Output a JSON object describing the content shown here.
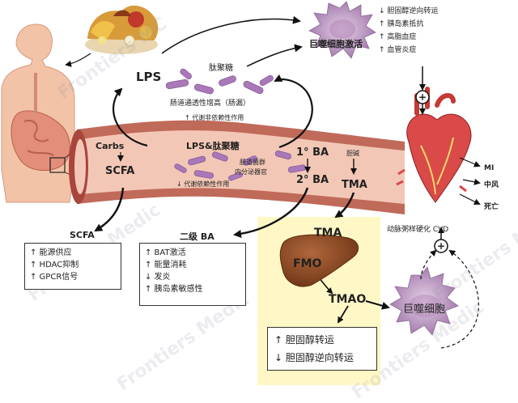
{
  "colors": {
    "gut_outer": "#c06a5a",
    "gut_inner": "#f3c7b6",
    "gut_band": "#a8453d",
    "bacteria": "#a878b8",
    "yellow_panel": "#fff8c6",
    "liver": "#8b4a2b",
    "macrophage": "#c9a2cc",
    "arrow": "#111111"
  },
  "icons": {
    "human": "human-torso-icon",
    "food": "food-pile-icon",
    "macrophage_top": "macrophage-cell-icon",
    "macrophage_bottom": "macrophage-cell-icon",
    "heart": "heart-icon",
    "liver": "liver-icon",
    "plus": "plus-circle-icon"
  },
  "labels": {
    "lps": "LPS",
    "peptidoglycan": "肽聚糖",
    "permeability": "肠道通透性增高（肠漏）",
    "non_metabolic": "↑ 代谢非依赖性作用",
    "metabolic": "↓ 代谢依赖性作用",
    "carbs": "Carbs",
    "scfa_gut": "SCFA",
    "lps_pg": "LPS&肽聚糖",
    "gut_flora_line1": "肠道菌群",
    "gut_flora_line2": "内分泌器官",
    "primary_ba": "1° BA",
    "secondary_ba": "2° BA",
    "choline": "胆碱",
    "tma_gut": "TMA",
    "macrophage_activation": "巨噬细胞激活",
    "tma_liver": "TMA",
    "fmo": "FMO",
    "tmao": "TMAO",
    "macrophage_bottom": "巨噬细胞",
    "cvd": "动脉粥样硬化 CVD",
    "mi": "MI",
    "stroke": "中风",
    "death": "死亡",
    "plus": "+"
  },
  "top_effects": [
    "↓ 胆固醇逆向转运",
    "↑ 胰岛素抵抗",
    "↑ 高脂血症",
    "↑ 血管炎症"
  ],
  "scfa_panel": {
    "title": "SCFA",
    "items": [
      "↑ 能源供应",
      "↑ HDAC抑制",
      "↑ GPCR信号"
    ]
  },
  "ba_panel": {
    "title": "二级 BA",
    "items": [
      "↑ BAT激活",
      "↑ 能量消耗",
      "↓ 发炎",
      "↑ 胰岛素敏感性"
    ]
  },
  "tmao_panel": {
    "items": [
      "↑ 胆固醇转运",
      "↓ 胆固醇逆向转运"
    ]
  },
  "watermarks": [
    "Frontiers Medic",
    "Frontiers Medic",
    "Frontiers MC",
    "Frontiers Medic",
    "Frontiers Medic"
  ]
}
